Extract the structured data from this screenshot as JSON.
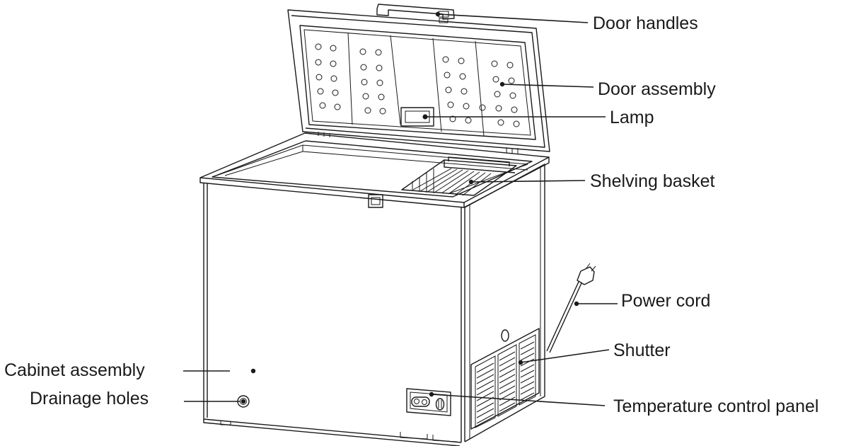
{
  "labels": {
    "door_handles": "Door handles",
    "door_assembly": "Door assembly",
    "lamp": "Lamp",
    "shelving_basket": "Shelving basket",
    "power_cord": "Power cord",
    "shutter": "Shutter",
    "cabinet_assembly": "Cabinet assembly",
    "drainage_holes": "Drainage holes",
    "temperature_control_panel": "Temperature control panel"
  },
  "colors": {
    "line": "#1a1a1a",
    "background": "#ffffff"
  }
}
